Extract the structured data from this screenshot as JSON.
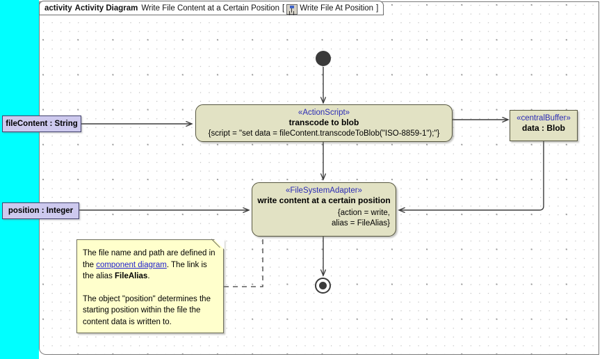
{
  "header": {
    "keyword": "activity",
    "diagram_type": "Activity Diagram",
    "title": "Write File Content at a Certain Position",
    "bracket_open": "[",
    "icon": "activity-diagram-icon",
    "context_name": "Write File At Position",
    "bracket_close": "]"
  },
  "parameters": [
    {
      "label": "fileContent : String"
    },
    {
      "label": "position : Integer"
    }
  ],
  "actions": [
    {
      "stereotype": "«ActionScript»",
      "name": "transcode to blob",
      "constraint": "{script = \"set data = fileContent.transcodeToBlob(\"ISO-8859-1\");\"}"
    },
    {
      "stereotype": "«FileSystemAdapter»",
      "name": "write content at a certain position",
      "constraint_line1": "{action = write,",
      "constraint_line2": "alias = FileAlias}"
    }
  ],
  "buffer": {
    "stereotype": "«centralBuffer»",
    "name": "data : Blob"
  },
  "note": {
    "para1_part1": "The file name and path are defined in the ",
    "para1_link": "component diagram",
    "para1_part2": ". The link is the alias ",
    "para1_bold": "FileAlias",
    "para1_part3": ".",
    "para2": "The object \"position\" determines the starting position within the file the content data is written to."
  },
  "nodes": {
    "initial": "initial-node",
    "final": "activity-final-node"
  },
  "colors": {
    "action_fill": "#e2e2c4",
    "action_border": "#55553f",
    "param_fill": "#cdc9ee",
    "note_fill": "#ffffcc",
    "stereotype_text": "#2b2bb5",
    "band": "#00ffff",
    "link": "#1c1ccc"
  }
}
